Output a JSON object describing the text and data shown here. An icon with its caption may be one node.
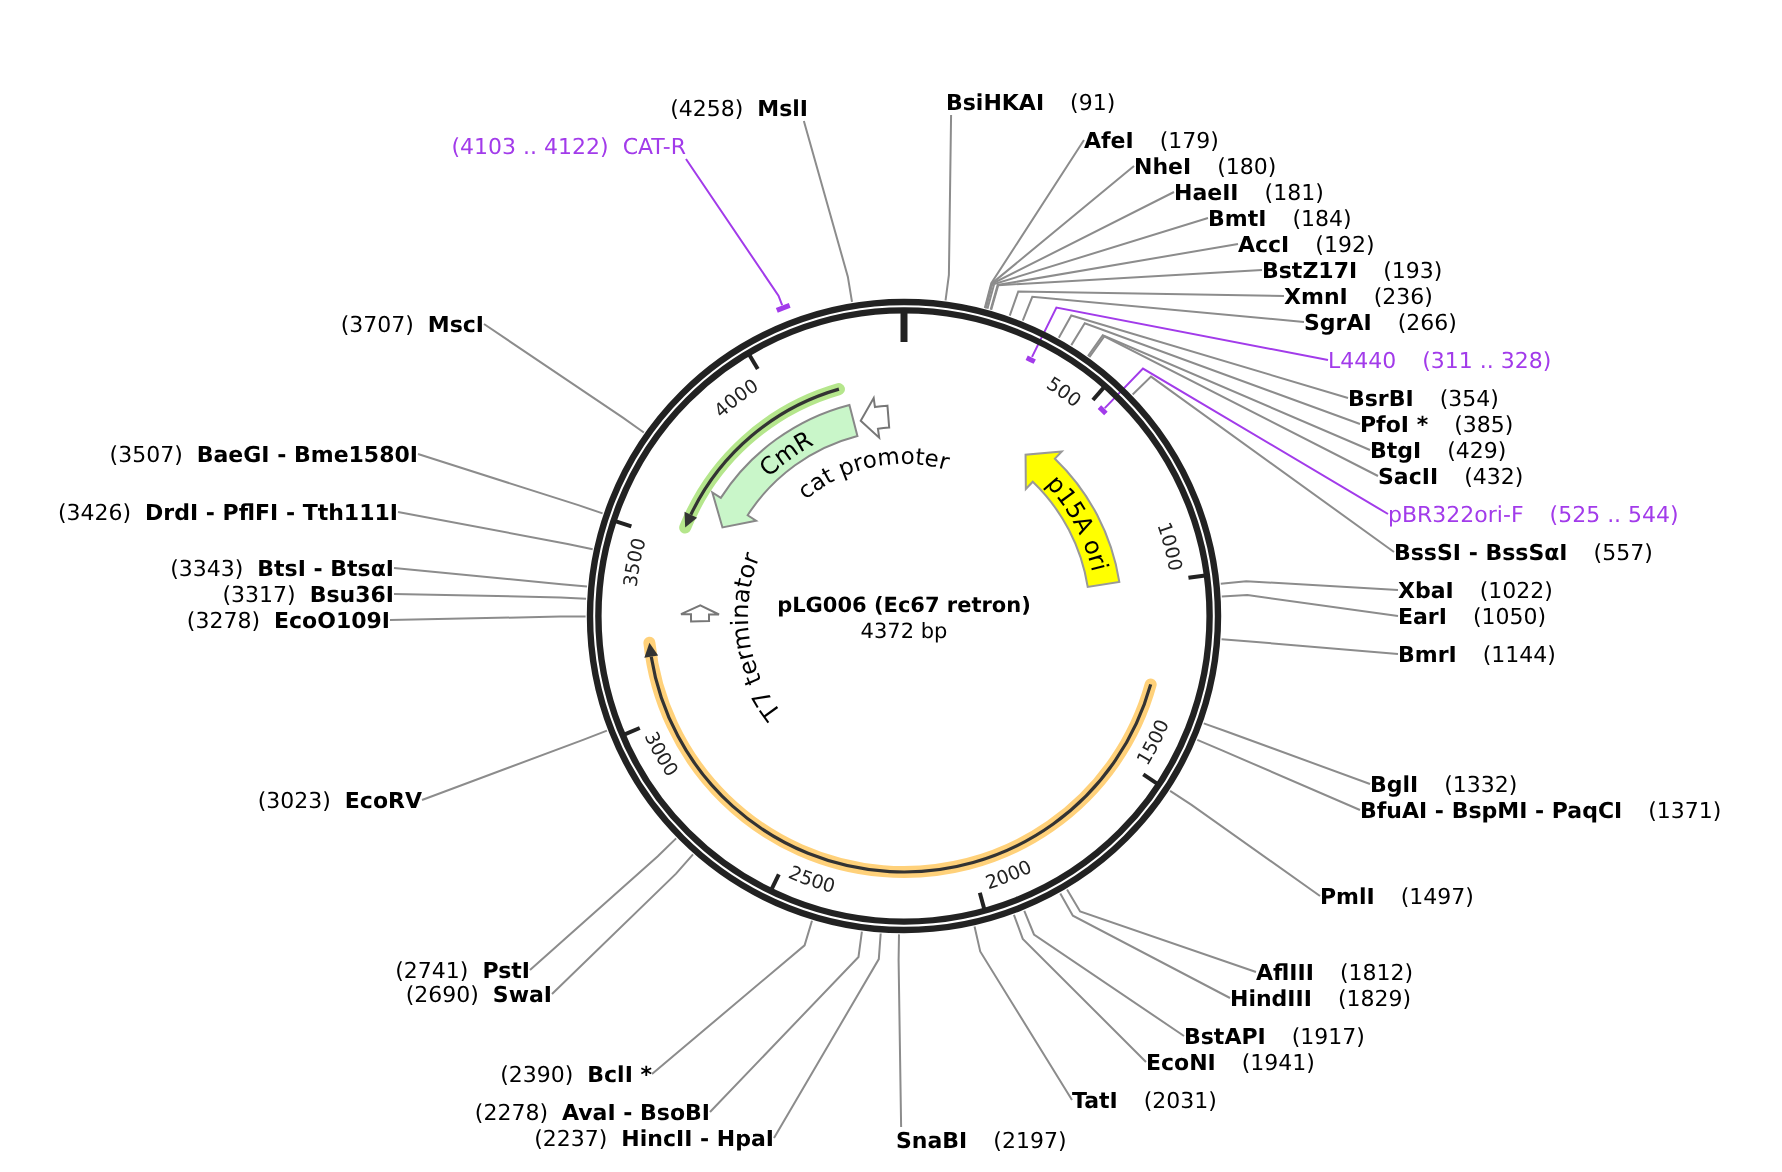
{
  "diagram": {
    "nodes": [
      {
        "text": [
          "(4258)",
          "MslI"
        ]
      },
      {
        "text": [
          "BsiHKAI",
          "(91)"
        ]
      },
      {
        "text": [
          "(4103 .. 4122)",
          "CAT-R"
        ]
      },
      {
        "text": [
          "AfeI",
          "(179)"
        ]
      },
      {
        "text": [
          "NheI",
          "(180)"
        ]
      },
      {
        "text": [
          "HaeII",
          "(181)"
        ]
      },
      {
        "text": [
          "BmtI",
          "(184)"
        ]
      },
      {
        "text": [
          "AccI",
          "(192)"
        ]
      },
      {
        "text": [
          "BstZ17I",
          "(193)"
        ]
      },
      {
        "text": [
          "XmnI",
          "(236)"
        ]
      },
      {
        "text": [
          "SgrAI",
          "(266)"
        ]
      },
      {
        "text": [
          "L4440",
          "(311 .. 328)"
        ]
      },
      {
        "text": [
          "BsrBI",
          "(354)"
        ]
      },
      {
        "text": [
          "PfoI *",
          "(385)"
        ]
      },
      {
        "text": [
          "BtgI",
          "(429)"
        ]
      },
      {
        "text": [
          "SacII",
          "(432)"
        ]
      },
      {
        "text": [
          "pBR322ori-F",
          "(525 .. 544)"
        ]
      },
      {
        "text": [
          "BssSI - BssSαI",
          "(557)"
        ]
      },
      {
        "text": [
          "XbaI",
          "(1022)"
        ]
      },
      {
        "text": [
          "EarI",
          "(1050)"
        ]
      },
      {
        "text": [
          "BmrI",
          "(1144)"
        ]
      },
      {
        "text": [
          "BglI",
          "(1332)"
        ]
      },
      {
        "text": [
          "BfuAI - BspMI - PaqCI",
          "(1371)"
        ]
      },
      {
        "text": [
          "PmlI",
          "(1497)"
        ]
      },
      {
        "text": [
          "AflIII",
          "(1812)"
        ]
      },
      {
        "text": [
          "HindIII",
          "(1829)"
        ]
      },
      {
        "text": [
          "BstAPI",
          "(1917)"
        ]
      },
      {
        "text": [
          "EcoNI",
          "(1941)"
        ]
      },
      {
        "text": [
          "TatI",
          "(2031)"
        ]
      },
      {
        "text": [
          "SnaBI",
          "(2197)"
        ]
      },
      {
        "text": [
          "(3707)",
          "MscI"
        ]
      },
      {
        "text": [
          "(3507)",
          "BaeGI - Bme1580I"
        ]
      },
      {
        "text": [
          "(3426)",
          "DrdI - PflFI - Tth111I"
        ]
      },
      {
        "text": [
          "(3343)",
          "BtsI - BtsαI"
        ]
      },
      {
        "text": [
          "(3317)",
          "Bsu36I"
        ]
      },
      {
        "text": [
          "(3278)",
          "EcoO109I"
        ]
      },
      {
        "text": [
          "(3023)",
          "EcoRV"
        ]
      },
      {
        "text": [
          "(2741)",
          "PstI"
        ]
      },
      {
        "text": [
          "(2690)",
          "SwaI"
        ]
      },
      {
        "text": [
          "(2390)",
          "BclI *"
        ]
      },
      {
        "text": [
          "(2278)",
          "AvaI - BsoBI"
        ]
      },
      {
        "text": [
          "(2237)",
          "HincII - HpaI"
        ]
      },
      {
        "text": [],
        "shape": "bar"
      },
      {
        "text": [],
        "shape": "bar"
      },
      {
        "text": [],
        "shape": "bar"
      },
      {
        "text": [],
        "shape": "arrow",
        "beside": [
          "cat promoter"
        ]
      },
      {
        "text": [
          "CmR"
        ]
      },
      {
        "text": [
          "p15A ori"
        ]
      },
      {
        "text": [],
        "shape": "arrow",
        "beside": [
          "T7 terminator"
        ]
      }
    ],
    "edges": [
      {
        "from": 0,
        "to": null,
        "arrow": "none"
      },
      {
        "from": 1,
        "to": null,
        "arrow": "none"
      },
      {
        "from": 2,
        "to": 42,
        "arrow": "none",
        "color": "#a23bea"
      },
      {
        "from": 3,
        "to": null,
        "arrow": "none"
      },
      {
        "from": 4,
        "to": null,
        "arrow": "none"
      },
      {
        "from": 5,
        "to": null,
        "arrow": "none"
      },
      {
        "from": 6,
        "to": null,
        "arrow": "none"
      },
      {
        "from": 7,
        "to": null,
        "arrow": "none"
      },
      {
        "from": 8,
        "to": null,
        "arrow": "none"
      },
      {
        "from": 9,
        "to": null,
        "arrow": "none"
      },
      {
        "from": 10,
        "to": null,
        "arrow": "none"
      },
      {
        "from": 11,
        "to": 43,
        "arrow": "none",
        "color": "#a23bea"
      },
      {
        "from": 12,
        "to": null,
        "arrow": "none"
      },
      {
        "from": 13,
        "to": null,
        "arrow": "none"
      },
      {
        "from": 14,
        "to": null,
        "arrow": "none"
      },
      {
        "from": 15,
        "to": null,
        "arrow": "none"
      },
      {
        "from": 16,
        "to": 44,
        "arrow": "none",
        "color": "#a23bea"
      },
      {
        "from": 17,
        "to": null,
        "arrow": "none"
      },
      {
        "from": 18,
        "to": null,
        "arrow": "none"
      },
      {
        "from": 19,
        "to": null,
        "arrow": "none"
      },
      {
        "from": 20,
        "to": null,
        "arrow": "none"
      },
      {
        "from": 21,
        "to": null,
        "arrow": "none"
      },
      {
        "from": 22,
        "to": null,
        "arrow": "none"
      },
      {
        "from": 23,
        "to": null,
        "arrow": "none"
      },
      {
        "from": 24,
        "to": null,
        "arrow": "none"
      },
      {
        "from": 25,
        "to": null,
        "arrow": "none"
      },
      {
        "from": 26,
        "to": null,
        "arrow": "none"
      },
      {
        "from": 27,
        "to": null,
        "arrow": "none"
      },
      {
        "from": 28,
        "to": null,
        "arrow": "none"
      },
      {
        "from": 29,
        "to": null,
        "arrow": "none"
      },
      {
        "from": 30,
        "to": null,
        "arrow": "none"
      },
      {
        "from": 31,
        "to": null,
        "arrow": "none"
      },
      {
        "from": 32,
        "to": null,
        "arrow": "none"
      },
      {
        "from": 33,
        "to": null,
        "arrow": "none"
      },
      {
        "from": 34,
        "to": null,
        "arrow": "none"
      },
      {
        "from": 35,
        "to": null,
        "arrow": "none"
      },
      {
        "from": 36,
        "to": null,
        "arrow": "none"
      },
      {
        "from": 37,
        "to": null,
        "arrow": "none"
      },
      {
        "from": 38,
        "to": null,
        "arrow": "none"
      },
      {
        "from": 39,
        "to": null,
        "arrow": "none"
      },
      {
        "from": 40,
        "to": null,
        "arrow": "none"
      },
      {
        "from": 41,
        "to": null,
        "arrow": "none"
      }
    ],
    "labels": [
      "4000",
      "500",
      "3500",
      "1000",
      "pLG006 (Ec67 retron)",
      "4372 bp",
      "3000",
      "1500",
      "2500",
      "2000"
    ]
  }
}
